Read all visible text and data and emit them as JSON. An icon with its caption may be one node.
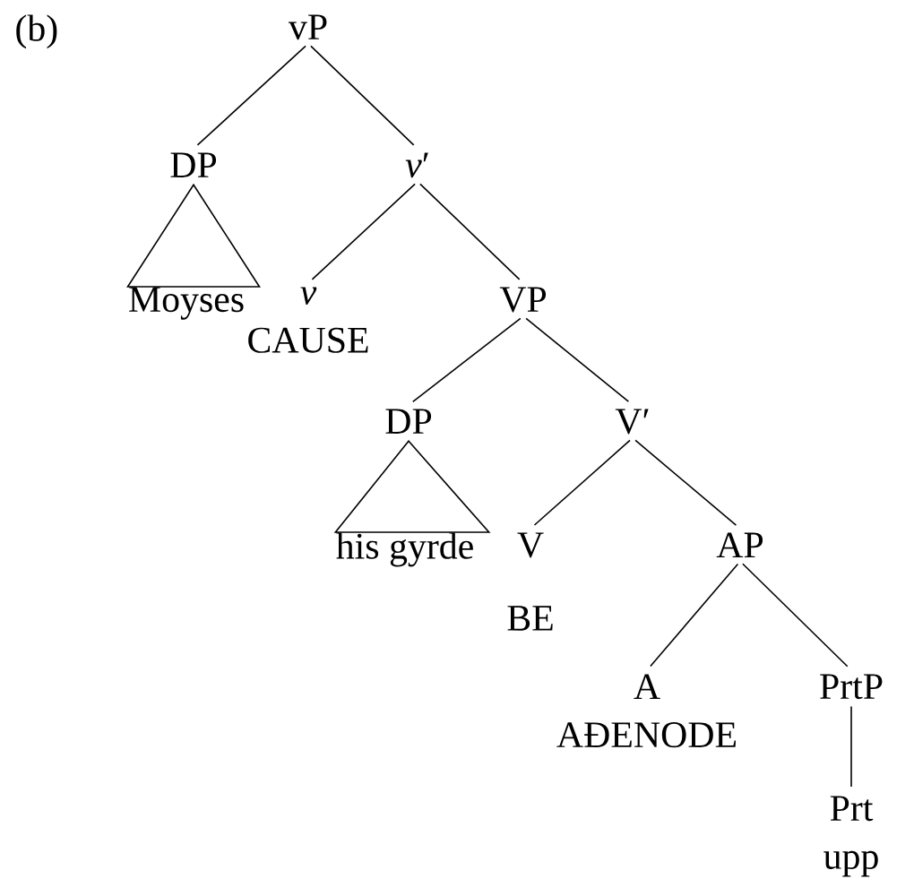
{
  "diagram": {
    "nodes": [
      {
        "text": [
          "vP"
        ]
      },
      {
        "text": [
          "DP"
        ]
      },
      {
        "text": [
          "*v*′"
        ]
      },
      {
        "text": [
          "Moyses"
        ]
      },
      {
        "text": [
          "v",
          "CAUSE"
        ]
      },
      {
        "text": [
          "VP"
        ]
      },
      {
        "text": [
          "DP"
        ]
      },
      {
        "text": [
          "V′"
        ]
      },
      {
        "text": [
          "his gyrde"
        ]
      },
      {
        "text": [
          "V",
          "BE"
        ]
      },
      {
        "text": [
          "AP"
        ]
      },
      {
        "text": [
          "A",
          "AĐENODE"
        ]
      },
      {
        "text": [
          "PrtP"
        ]
      },
      {
        "text": [
          "Prt",
          "upp"
        ]
      }
    ],
    "edges": [
      {
        "from": 0,
        "to": 1,
        "arrow": "none"
      },
      {
        "from": 0,
        "to": 2,
        "arrow": "none"
      },
      {
        "from": 1,
        "to": 3,
        "arrow": "none"
      },
      {
        "from": 2,
        "to": 4,
        "arrow": "none"
      },
      {
        "from": 2,
        "to": 5,
        "arrow": "none"
      },
      {
        "from": 5,
        "to": 6,
        "arrow": "none"
      },
      {
        "from": 5,
        "to": 7,
        "arrow": "none"
      },
      {
        "from": 6,
        "to": 8,
        "arrow": "none"
      },
      {
        "from": 7,
        "to": 9,
        "arrow": "none"
      },
      {
        "from": 7,
        "to": 10,
        "arrow": "none"
      },
      {
        "from": 10,
        "to": 11,
        "arrow": "none"
      },
      {
        "from": 10,
        "to": 12,
        "arrow": "none"
      },
      {
        "from": 12,
        "to": 13,
        "arrow": "none"
      }
    ],
    "labels": [
      "(b)"
    ]
  }
}
